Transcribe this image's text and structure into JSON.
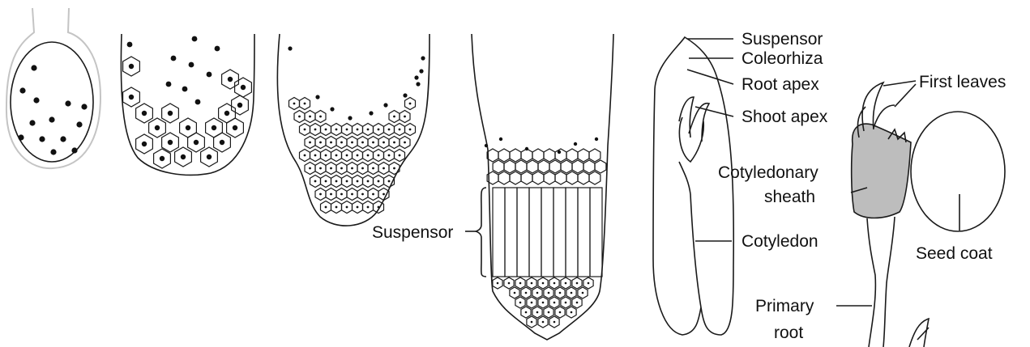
{
  "labels": {
    "suspensor_mid": "Suspensor",
    "suspensor_top": "Suspensor",
    "coleorhiza": "Coleorhiza",
    "root_apex": "Root apex",
    "shoot_apex": "Shoot apex",
    "cotyledon": "Cotyledon",
    "first_leaves": "First leaves",
    "cotyledonary_sheath_1": "Cotyledonary",
    "cotyledonary_sheath_2": "sheath",
    "seed_coat": "Seed coat",
    "primary_root_1": "Primary",
    "primary_root_2": "root"
  },
  "colors": {
    "line": "#1a1a1a",
    "sheath_fill": "#bdbdbd",
    "background": "#ffffff"
  }
}
